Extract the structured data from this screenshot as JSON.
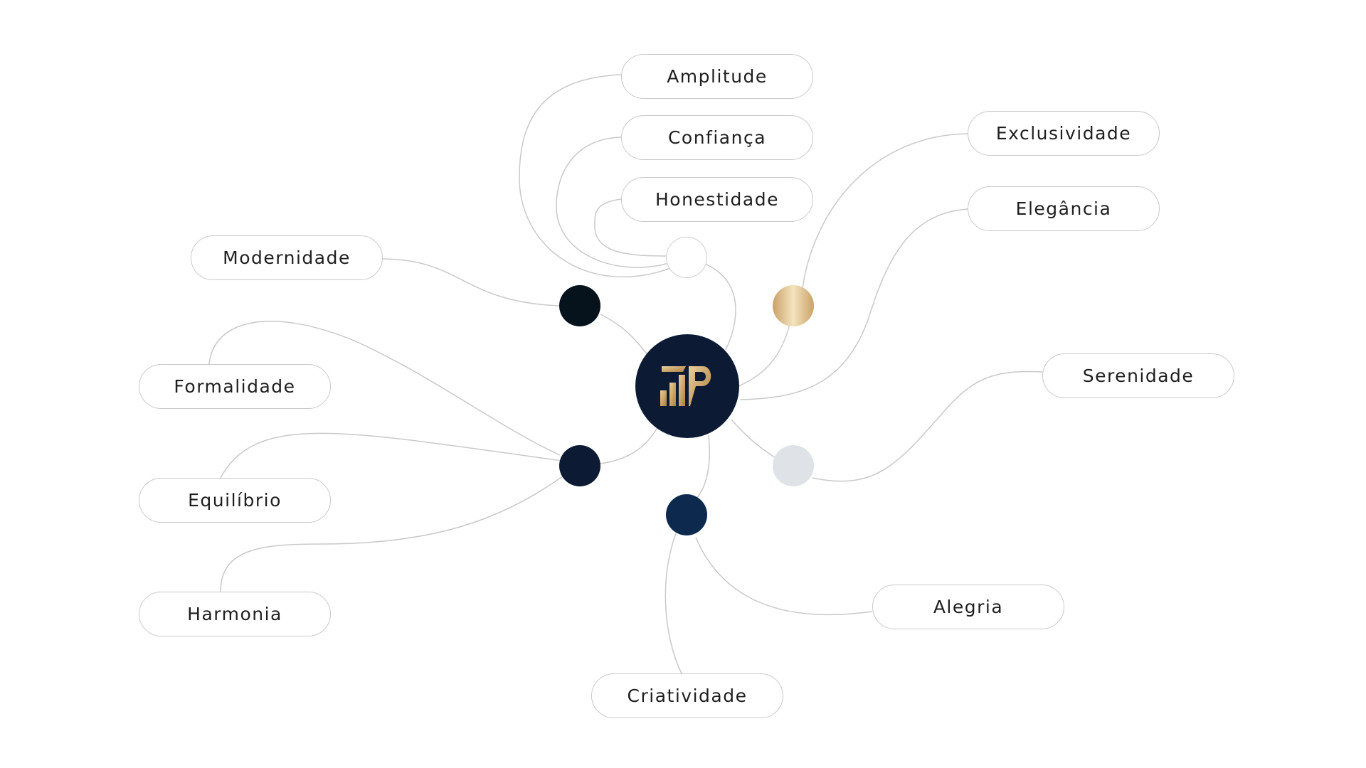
{
  "labels": {
    "amplitude": "Amplitude",
    "confianca": "Confiança",
    "honestidade": "Honestidade",
    "exclusividade": "Exclusividade",
    "elegancia": "Elegância",
    "modernidade": "Modernidade",
    "serenidade": "Serenidade",
    "formalidade": "Formalidade",
    "equilibrio": "Equilíbrio",
    "harmonia": "Harmonia",
    "alegria": "Alegria",
    "criatividade": "Criatividade"
  },
  "colors": {
    "hub": "#0c1b33",
    "black": "#06131c",
    "navy": "#0c1b33",
    "blue": "#0d2a4e",
    "gold": "#d8b47e",
    "silver": "#dfe3e7",
    "white": "#ffffff",
    "line": "#c9c9c9"
  },
  "logo_icon": "tp-monogram-logo"
}
